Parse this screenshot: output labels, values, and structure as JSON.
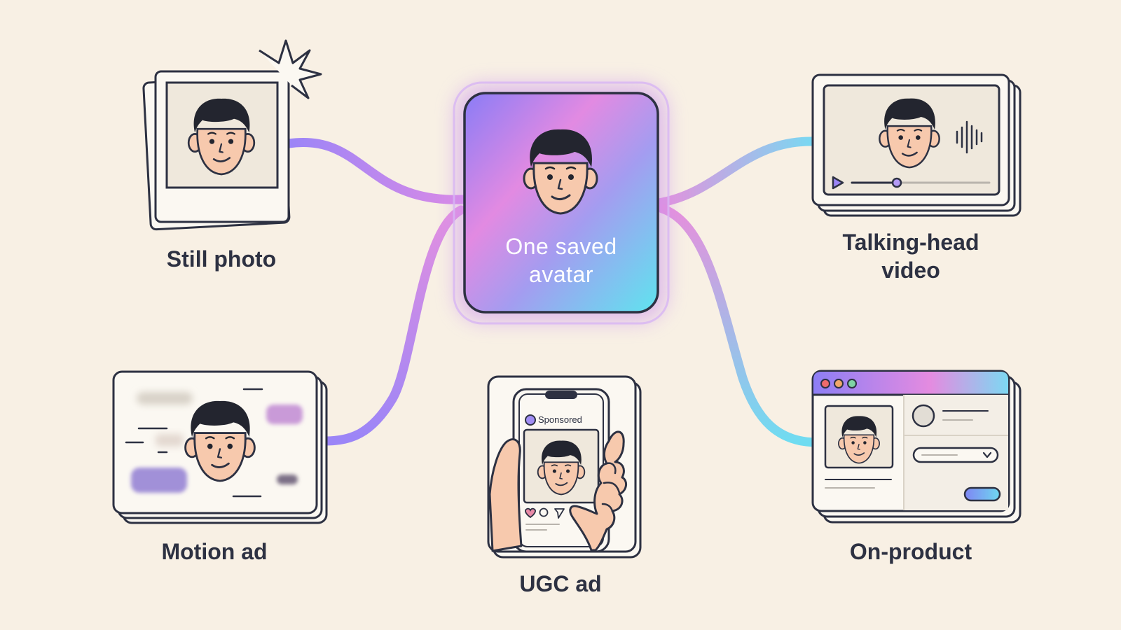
{
  "center": {
    "label_line1": "One saved",
    "label_line2": "avatar"
  },
  "nodes": {
    "still_photo": {
      "label": "Still photo"
    },
    "talking_head": {
      "label_line1": "Talking-head",
      "label_line2": "video"
    },
    "motion_ad": {
      "label": "Motion ad"
    },
    "ugc_ad": {
      "label": "UGC ad",
      "sponsored_text": "Sponsored"
    },
    "on_product": {
      "label": "On-product"
    }
  },
  "colors": {
    "background": "#f8f0e4",
    "outline": "#2d3142",
    "skin": "#f7c9ad",
    "hair": "#23252f",
    "violet": "#8b7cf7",
    "pink": "#e48be0",
    "cyan": "#6fdcf1",
    "card": "#fbf8f2",
    "photo_bg": "#efe8dc"
  },
  "icons": [
    "spark-icon",
    "play-icon",
    "sound-wave-icon",
    "heart-icon",
    "comment-icon",
    "send-icon",
    "chevron-down-icon"
  ]
}
